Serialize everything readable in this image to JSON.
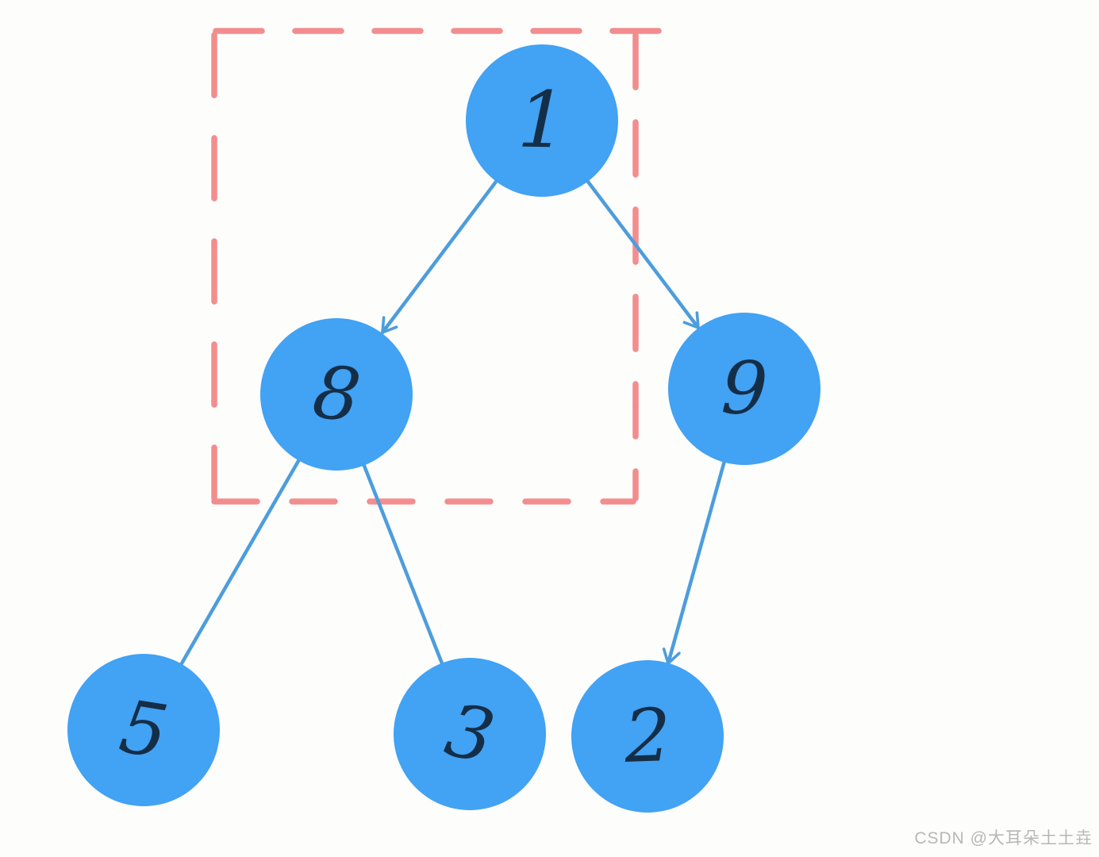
{
  "tree": {
    "kind": "binary-tree-sketch",
    "nodes": [
      {
        "id": "n1",
        "value": "1",
        "role": "root"
      },
      {
        "id": "n8",
        "value": "8",
        "role": "left-child-of-1"
      },
      {
        "id": "n9",
        "value": "9",
        "role": "right-child-of-1"
      },
      {
        "id": "n5",
        "value": "5",
        "role": "left-child-of-8"
      },
      {
        "id": "n3",
        "value": "3",
        "role": "right-child-of-8"
      },
      {
        "id": "n2",
        "value": "2",
        "role": "left-child-of-9"
      }
    ],
    "edges": [
      {
        "from": "1",
        "to": "8",
        "arrowhead": true
      },
      {
        "from": "1",
        "to": "9",
        "arrowhead": true
      },
      {
        "from": "8",
        "to": "5",
        "arrowhead": false
      },
      {
        "from": "8",
        "to": "3",
        "arrowhead": false
      },
      {
        "from": "9",
        "to": "2",
        "arrowhead": true
      }
    ],
    "highlight": {
      "shape": "dashed-rectangle",
      "encloses": [
        "1",
        "8"
      ],
      "color": "#f28384"
    }
  },
  "colors": {
    "node_fill": "#42a2f3",
    "edge_stroke": "#4d9ddc",
    "digit_ink": "#152e47",
    "dashed_box": "#f28384",
    "background": "#fdfdfc",
    "watermark": "#b7b7b7"
  },
  "watermark": {
    "text": "CSDN @大耳朵土土垚"
  }
}
